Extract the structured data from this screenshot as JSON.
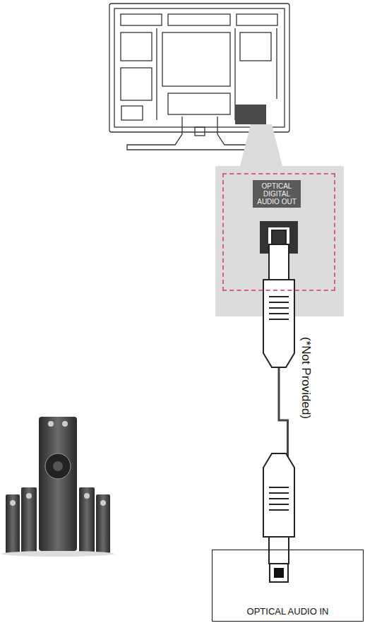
{
  "diagram": {
    "nodes": [
      {
        "text": [
          "OPTICAL DIGITAL AUDIO OUT"
        ]
      },
      {
        "text": [
          "OPTICAL AUDIO IN"
        ]
      }
    ],
    "edges": [
      {
        "from": 0,
        "to": 1,
        "arrow": "none"
      }
    ],
    "labels": [
      "(*Not Provided)"
    ]
  }
}
